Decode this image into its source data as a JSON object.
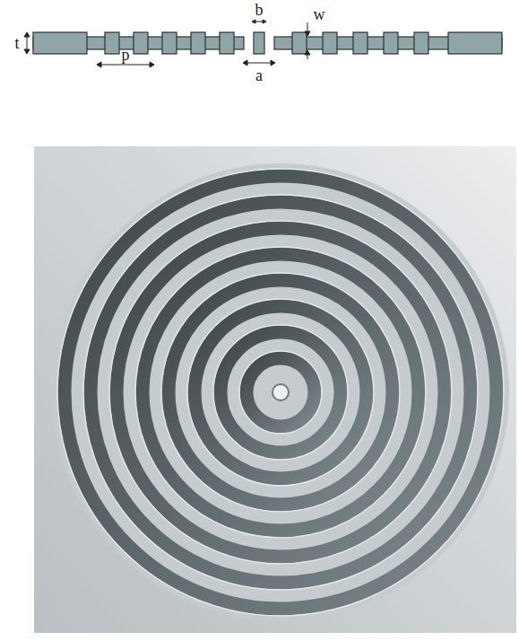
{
  "diagram": {
    "labels": [
      "t",
      "b",
      "w",
      "p",
      "a"
    ]
  }
}
